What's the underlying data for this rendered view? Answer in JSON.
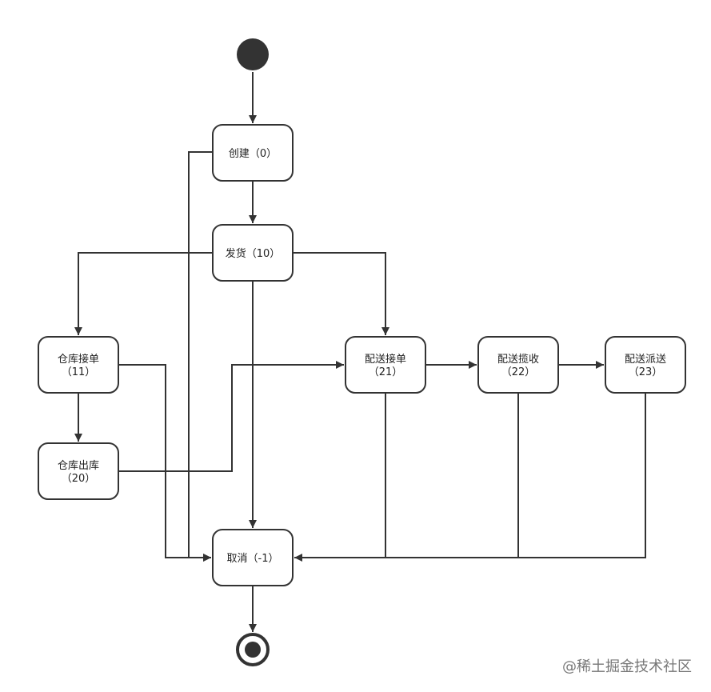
{
  "nodes": {
    "created": {
      "label": "创建（0）"
    },
    "shipped": {
      "label": "发货（10）"
    },
    "warehouse_accept": {
      "name": "仓库接单",
      "code": "（11）"
    },
    "warehouse_out": {
      "name": "仓库出库",
      "code": "（20）"
    },
    "delivery_accept": {
      "name": "配送接单",
      "code": "（21）"
    },
    "delivery_pickup": {
      "name": "配送揽收",
      "code": "（22）"
    },
    "delivery_dispatch": {
      "name": "配送派送",
      "code": "（23）"
    },
    "cancelled": {
      "label": "取消（-1）"
    }
  },
  "watermark": "@稀土掘金技术社区",
  "colors": {
    "stroke": "#333333",
    "fill": "#ffffff",
    "text": "#222222",
    "watermark": "#777777"
  }
}
